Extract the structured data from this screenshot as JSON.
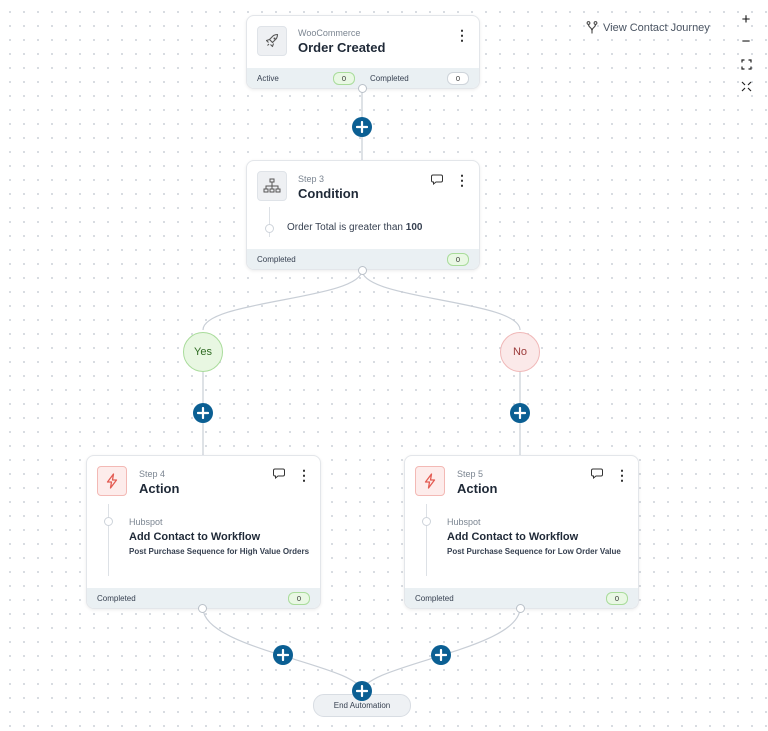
{
  "toolbar": {
    "view_journey_label": "View Contact Journey",
    "zoom_in": "+",
    "zoom_out": "−"
  },
  "trigger": {
    "app": "WooCommerce",
    "title": "Order Created",
    "active_label": "Active",
    "active_count": "0",
    "completed_label": "Completed",
    "completed_count": "0"
  },
  "condition": {
    "step": "Step 3",
    "title": "Condition",
    "rule_prefix": "Order Total is greater than",
    "rule_value": "100",
    "completed_label": "Completed",
    "completed_count": "0"
  },
  "branches": {
    "yes_label": "Yes",
    "no_label": "No"
  },
  "action_yes": {
    "step": "Step 4",
    "title": "Action",
    "integration": "Hubspot",
    "action_name": "Add Contact to Workflow",
    "workflow": "Post Purchase Sequence for High Value Orders",
    "completed_label": "Completed",
    "completed_count": "0"
  },
  "action_no": {
    "step": "Step 5",
    "title": "Action",
    "integration": "Hubspot",
    "action_name": "Add Contact to Workflow",
    "workflow": "Post Purchase Sequence for Low Order Value",
    "completed_label": "Completed",
    "completed_count": "0"
  },
  "end": {
    "label": "End Automation"
  },
  "icons": {
    "trigger": "rocket-icon",
    "condition": "sitemap-icon",
    "action": "lightning-icon",
    "comment": "comment-icon",
    "more": "kebab-icon",
    "add": "plus-circle-icon",
    "journey": "branch-icon"
  },
  "colors": {
    "add_button": "#0b5f93",
    "yes_fill": "#e8f7e2",
    "no_fill": "#fbe9e9",
    "action_accent": "#e35b52"
  }
}
